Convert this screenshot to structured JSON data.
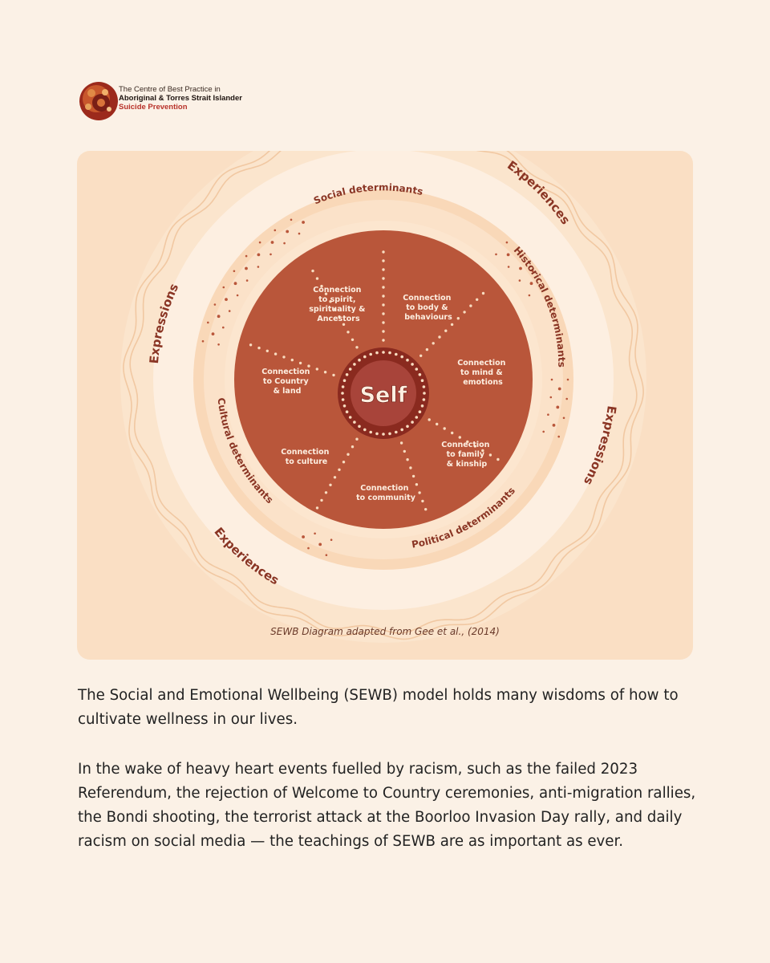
{
  "logo": {
    "line1": "The Centre of Best Practice in",
    "line2": "Aboriginal & Torres Strait Islander",
    "line3": "Suicide Prevention"
  },
  "diagram": {
    "center": "Self",
    "connections": [
      [
        "Connection",
        "to spirit,",
        "spirituality &",
        "Ancestors"
      ],
      [
        "Connection",
        "to body &",
        "behaviours"
      ],
      [
        "Connection",
        "to mind &",
        "emotions"
      ],
      [
        "Connection",
        "to family",
        "& kinship"
      ],
      [
        "Connection",
        "to community"
      ],
      [
        "Connection",
        "to culture"
      ],
      [
        "Connection",
        "to Country",
        "& land"
      ]
    ],
    "determinants": {
      "social": "Social determinants",
      "historical": "Historical determinants",
      "political": "Political determinants",
      "cultural": "Cultural determinants"
    },
    "outer": {
      "experiences_top": "Experiences",
      "expressions_right": "Expressions",
      "experiences_bottom": "Experiences",
      "expressions_left": "Expressions"
    },
    "caption": "SEWB Diagram adapted from Gee et al., (2014)"
  },
  "paragraphs": [
    "The Social and Emotional Wellbeing (SEWB) model holds many wisdoms of how to cultivate wellness in our lives.",
    "In the wake of heavy heart events fuelled by racism, such as the failed 2023 Referendum, the rejection of Welcome to Country ceremonies, anti-migration rallies, the Bondi shooting, the terrorist attack at the Boorloo Invasion Day rally, and daily racism on social media — the teachings of SEWB are as important as ever."
  ],
  "colors": {
    "background": "#fbf1e6",
    "card": "#fadfc4",
    "ring_outer": "#fdefe1",
    "ring_mid": "#f9d8b8",
    "ring_inner": "#fce6cf",
    "disc": "#b9563a",
    "self_outer": "#8a2a1f",
    "self_inner": "#a8443a",
    "label": "#8a3524"
  }
}
